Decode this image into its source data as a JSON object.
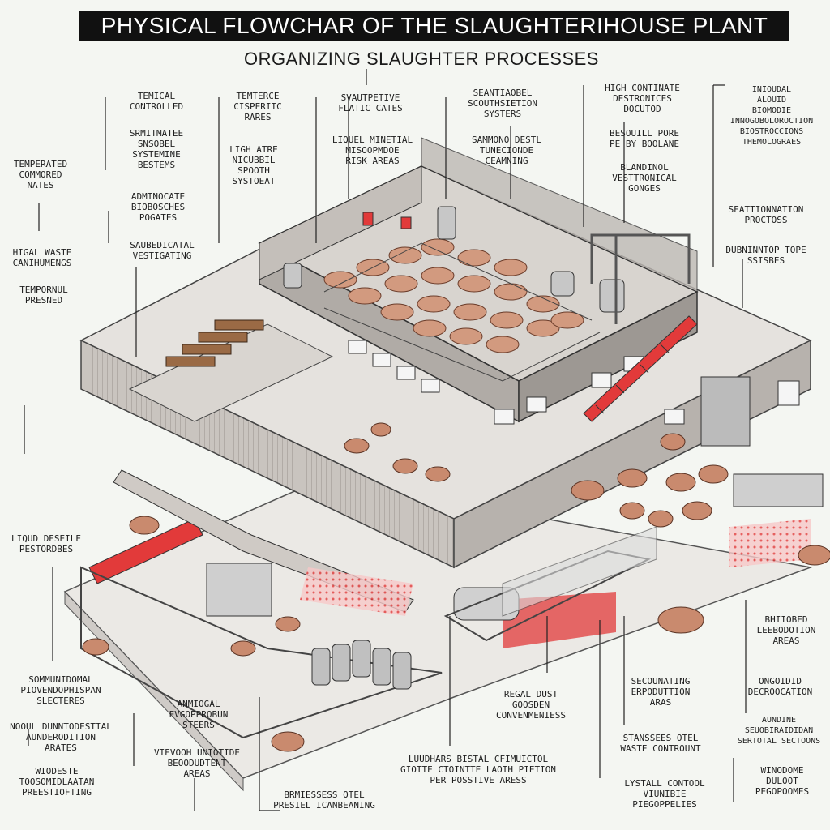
{
  "header": {
    "title": "PHYSICAL FLOWCHAR OF THE SLAUGHTERIHOUSE PLANT",
    "subtitle": "ORGANIZING SLAUGHTER PROCESSES"
  },
  "labels": {
    "top": [
      "TEMICAL\nCONTROLLED",
      "SRMITMATEE\nSNSOBEL\nSYSTEMINE\nBESTEMS",
      "ADMINOCATE\nBIOBOSCHES\nPOGATES",
      "SAUBEDICATAL\nVESTIGATING",
      "TEMTERCE\nCISPERIIC\nRARES",
      "LIGH ATRE\nNICUBBIL\nSPOOTH\nSYSTOEAT",
      "SVAUTPETIVE\nFLATIC CATES",
      "LIQUEL MINETIAL\nMISOOPMDOE\nRISK AREAS",
      "SEANTIAOBEL\nSCOUTHSIETION\nSYSTERS",
      "SAMMONO DESTL\nTUNECIONDE\nCEAMNING",
      "HIGH CONTINATE\nDESTRONICES\nDOCUTOD",
      "BESOUILL PORE\nPE BY BOOLANE",
      "BLANDINOL\nVESTTRONICAL\nGONGES",
      "INIOUDAL\nALOUID\nBIOMODIE\nINNOGOBOLOROCTION\nBIOSTROCCIONS\nTHEMOLOGRAES",
      "SEATTIONNATION\nPROCTOSS",
      "DUBNINNTOP TOPE\nSSISBES"
    ],
    "left": [
      "TEMPERATED\nCOMMORED\nNATES",
      "HIGAL WASTE\nCANIHUMENGS",
      "TEMPORNUL\nPRESNED",
      "LIQUD DESEILE\nPESTORDBES",
      "SOMMUNIDOMAL\nPIOVENDOPHISPAN\nSLECTERES",
      "NOOUL DUNNTODESTIAL\nAUNDERODITION\nARATES",
      "WIODESTE\nTOOSOMIDLAATAN\nPREESTIOFTING"
    ],
    "bottom": [
      "ANMIOGAL\nEVGOPPROBUN\nSTEERS",
      "VIEVOOH UNIOTIDE\nBEOODUDTENT\nAREAS",
      "BRMIESSESS OTEL\nPRESIEL ICANBEANING",
      "REGAL DUST\nGOOSDEN\nCONVENMENIESS",
      "LUUDHARS BISTAL CFIMUICTOL\nGIOTTE CTOINTTE LAOIH PIETION\nPER POSSTIVE ARESS",
      "SECOUNATING\nERPODUTTION\nARAS",
      "STANSSEES OTEL\nWASTE CONTROUNT",
      "LYSTALL CONTOOL\nVIUNIBIE\nPIEGOPPELIES"
    ],
    "right": [
      "BHIIOBED\nLEEBODOTION\nAREAS",
      "ONGOIDID\nDECROOCATION",
      "AUNDINE\nSEUOBIRAIDIDAN\nSERTOTAL SECTOONS",
      "WINODOME\nDULOOT\nPEGOPOOMES"
    ]
  },
  "colors": {
    "ink": "#1b1b1b",
    "wall": "#b7b2ad",
    "wall_dark": "#8f8a86",
    "floor": "#e9e7e3",
    "accent_red": "#e23a3a",
    "livestock": "#c98a6e"
  }
}
